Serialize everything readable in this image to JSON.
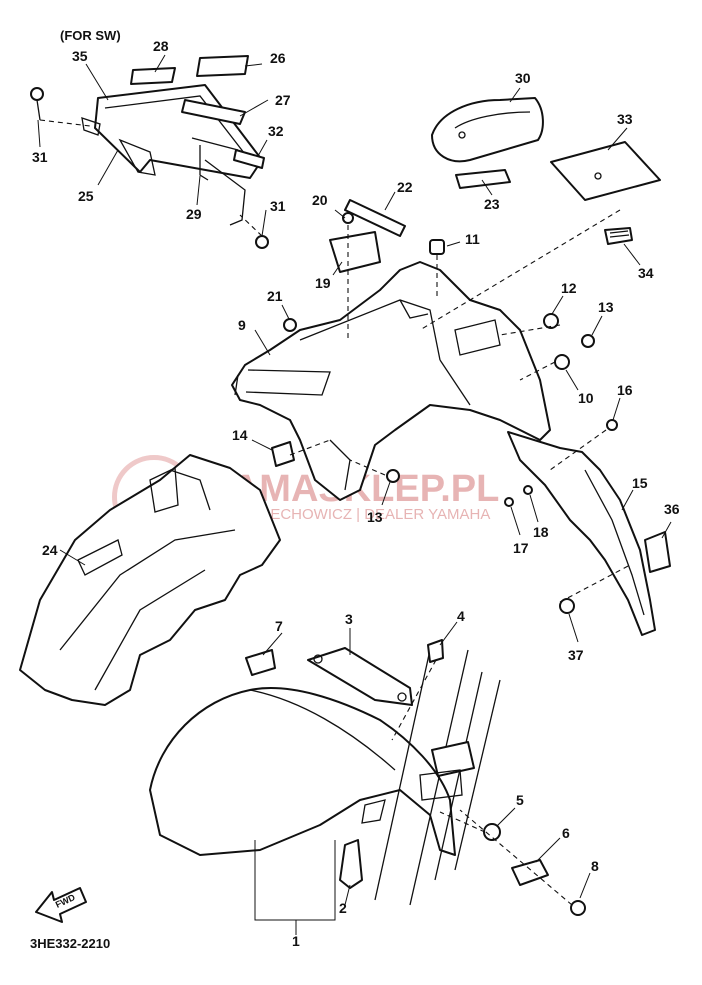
{
  "header_note": "(FOR SW)",
  "drawing_code": "3HE332-2210",
  "fwd_label": "FWD",
  "watermark": {
    "brand": "YAMASKLEP.PL",
    "subline": "WOJCIECHOWICZ | DEALER YAMAHA"
  },
  "colors": {
    "line": "#111111",
    "watermark": "#e7b4b4",
    "background": "#ffffff"
  },
  "callouts": [
    {
      "id": "1",
      "text": "1"
    },
    {
      "id": "2",
      "text": "2"
    },
    {
      "id": "3",
      "text": "3"
    },
    {
      "id": "4",
      "text": "4"
    },
    {
      "id": "5",
      "text": "5"
    },
    {
      "id": "6",
      "text": "6"
    },
    {
      "id": "7",
      "text": "7"
    },
    {
      "id": "8",
      "text": "8"
    },
    {
      "id": "9",
      "text": "9"
    },
    {
      "id": "10",
      "text": "10"
    },
    {
      "id": "11",
      "text": "11"
    },
    {
      "id": "12",
      "text": "12"
    },
    {
      "id": "13a",
      "text": "13"
    },
    {
      "id": "13b",
      "text": "13"
    },
    {
      "id": "14",
      "text": "14"
    },
    {
      "id": "15",
      "text": "15"
    },
    {
      "id": "16",
      "text": "16"
    },
    {
      "id": "17",
      "text": "17"
    },
    {
      "id": "18",
      "text": "18"
    },
    {
      "id": "19",
      "text": "19"
    },
    {
      "id": "20",
      "text": "20"
    },
    {
      "id": "21",
      "text": "21"
    },
    {
      "id": "22",
      "text": "22"
    },
    {
      "id": "23",
      "text": "23"
    },
    {
      "id": "24",
      "text": "24"
    },
    {
      "id": "25",
      "text": "25"
    },
    {
      "id": "26",
      "text": "26"
    },
    {
      "id": "27",
      "text": "27"
    },
    {
      "id": "28",
      "text": "28"
    },
    {
      "id": "29",
      "text": "29"
    },
    {
      "id": "30",
      "text": "30"
    },
    {
      "id": "31a",
      "text": "31"
    },
    {
      "id": "31b",
      "text": "31"
    },
    {
      "id": "32",
      "text": "32"
    },
    {
      "id": "33",
      "text": "33"
    },
    {
      "id": "34",
      "text": "34"
    },
    {
      "id": "35",
      "text": "35"
    },
    {
      "id": "36",
      "text": "36"
    },
    {
      "id": "37",
      "text": "37"
    }
  ]
}
